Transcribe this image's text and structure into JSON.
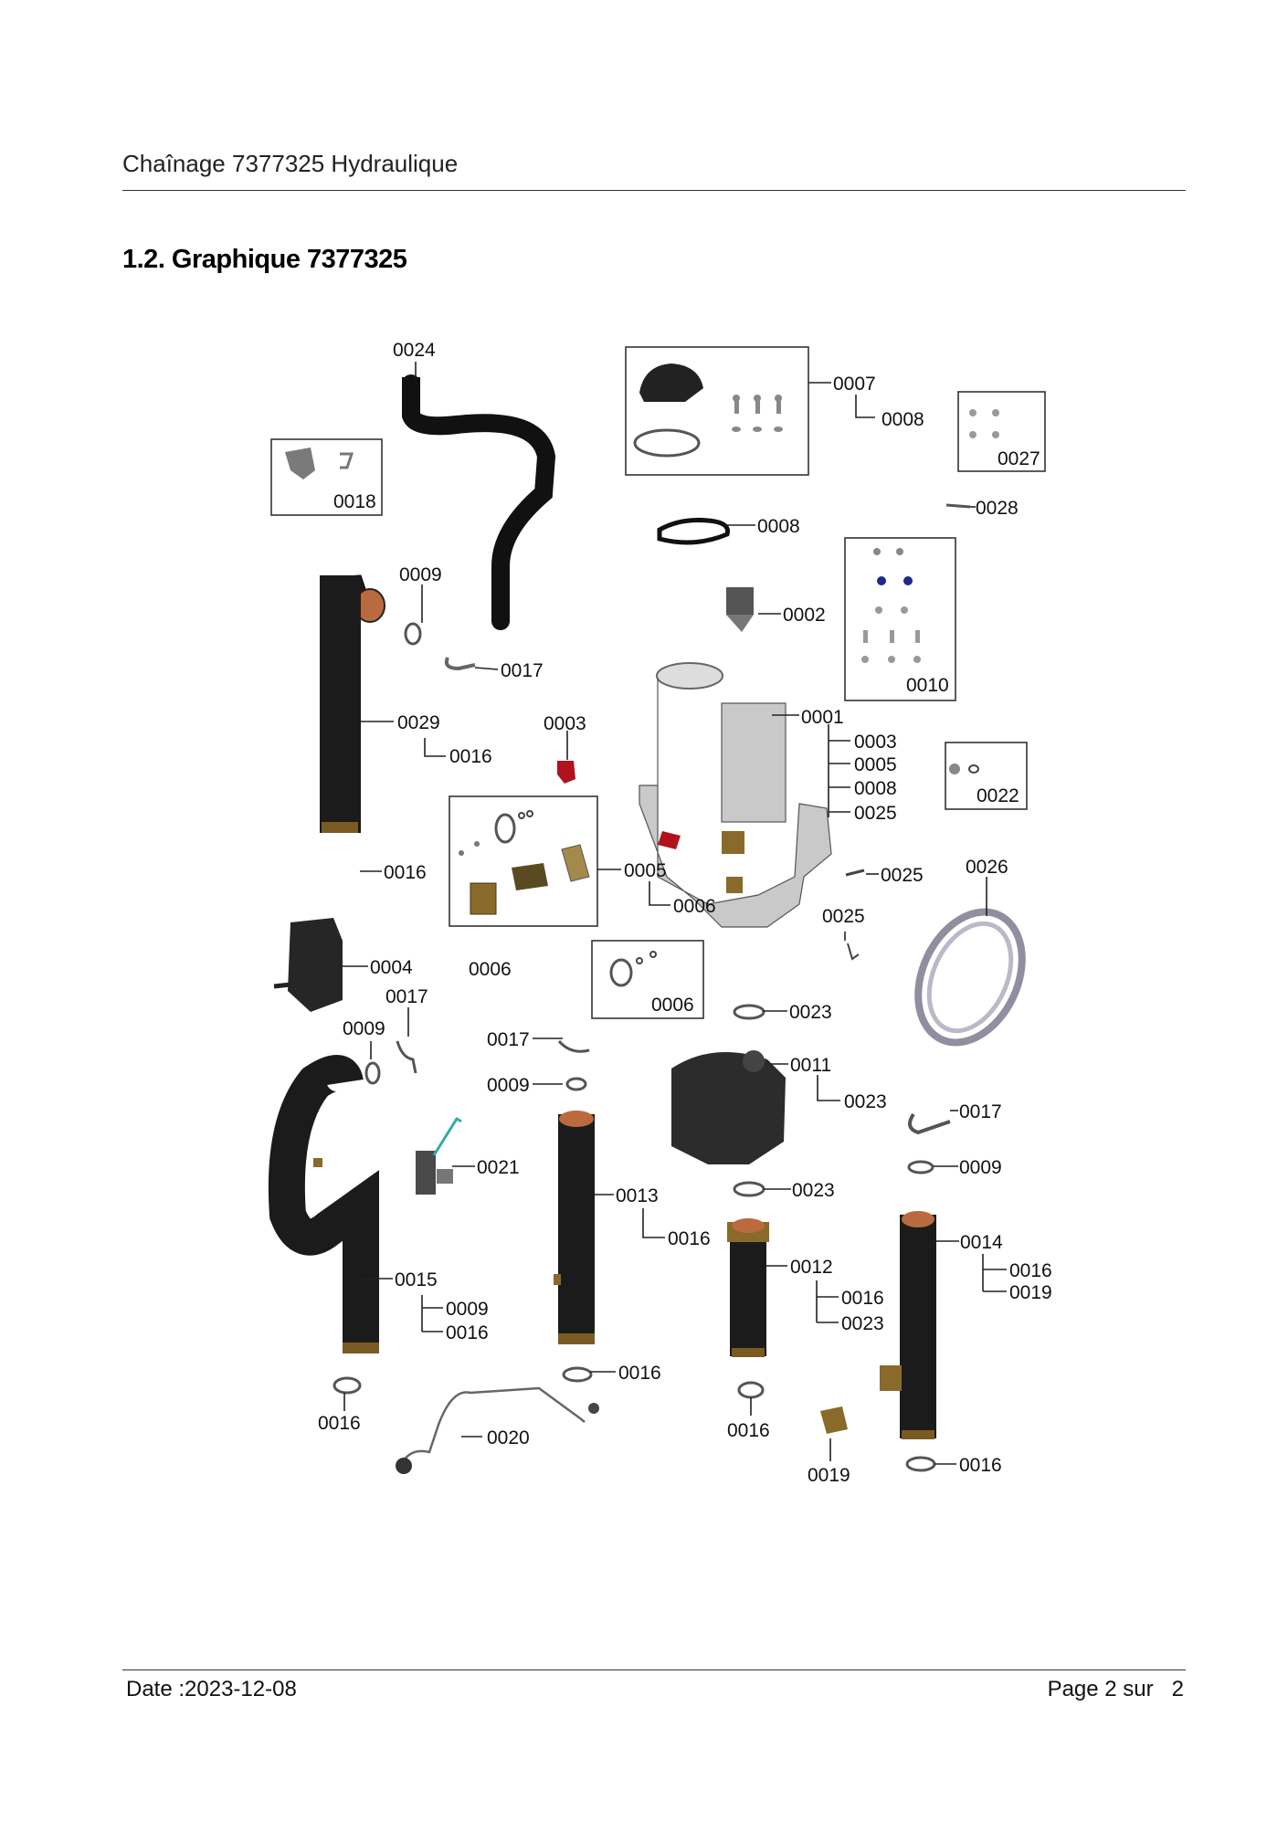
{
  "header": {
    "title": "Chaînage 7377325 Hydraulique"
  },
  "section": {
    "title": "1.2. Graphique 7377325"
  },
  "callouts": {
    "c0024": "0024",
    "c0007": "0007",
    "c0008a": "0008",
    "c0027": "0027",
    "c0018": "0018",
    "c0028": "0028",
    "c0008b": "0008",
    "c0009a": "0009",
    "c0002": "0002",
    "c0010": "0010",
    "c0017a": "0017",
    "c0001": "0001",
    "c0029": "0029",
    "c0016a": "0016",
    "c0003a": "0003",
    "c0003b": "0003",
    "c0005b": "0005",
    "c0008c": "0008",
    "c0025b": "0025",
    "c0022": "0022",
    "c0016b": "0016",
    "c0005a": "0005",
    "c0006a": "0006",
    "c0025a": "0025",
    "c0026": "0026",
    "c0025c": "0025",
    "c0004": "0004",
    "c0006b": "0006",
    "c0017b": "0017",
    "c0006c": "0006",
    "c0009b": "0009",
    "c0023a": "0023",
    "c0017c": "0017",
    "c0009c": "0009",
    "c0011": "0011",
    "c0023b": "0023",
    "c0017d": "0017",
    "c0009d": "0009",
    "c0021": "0021",
    "c0013": "0013",
    "c0023c": "0023",
    "c0016c": "0016",
    "c0014": "0014",
    "c0016d": "0016",
    "c0019a": "0019",
    "c0015": "0015",
    "c0009e": "0009",
    "c0016e": "0016",
    "c0012": "0012",
    "c0016f": "0016",
    "c0023d": "0023",
    "c0016g": "0016",
    "c0016h": "0016",
    "c0020": "0020",
    "c0016i": "0016",
    "c0019b": "0019",
    "c0016j": "0016"
  },
  "footer": {
    "date": "Date :2023-12-08",
    "page": "Page 2 sur   2"
  }
}
